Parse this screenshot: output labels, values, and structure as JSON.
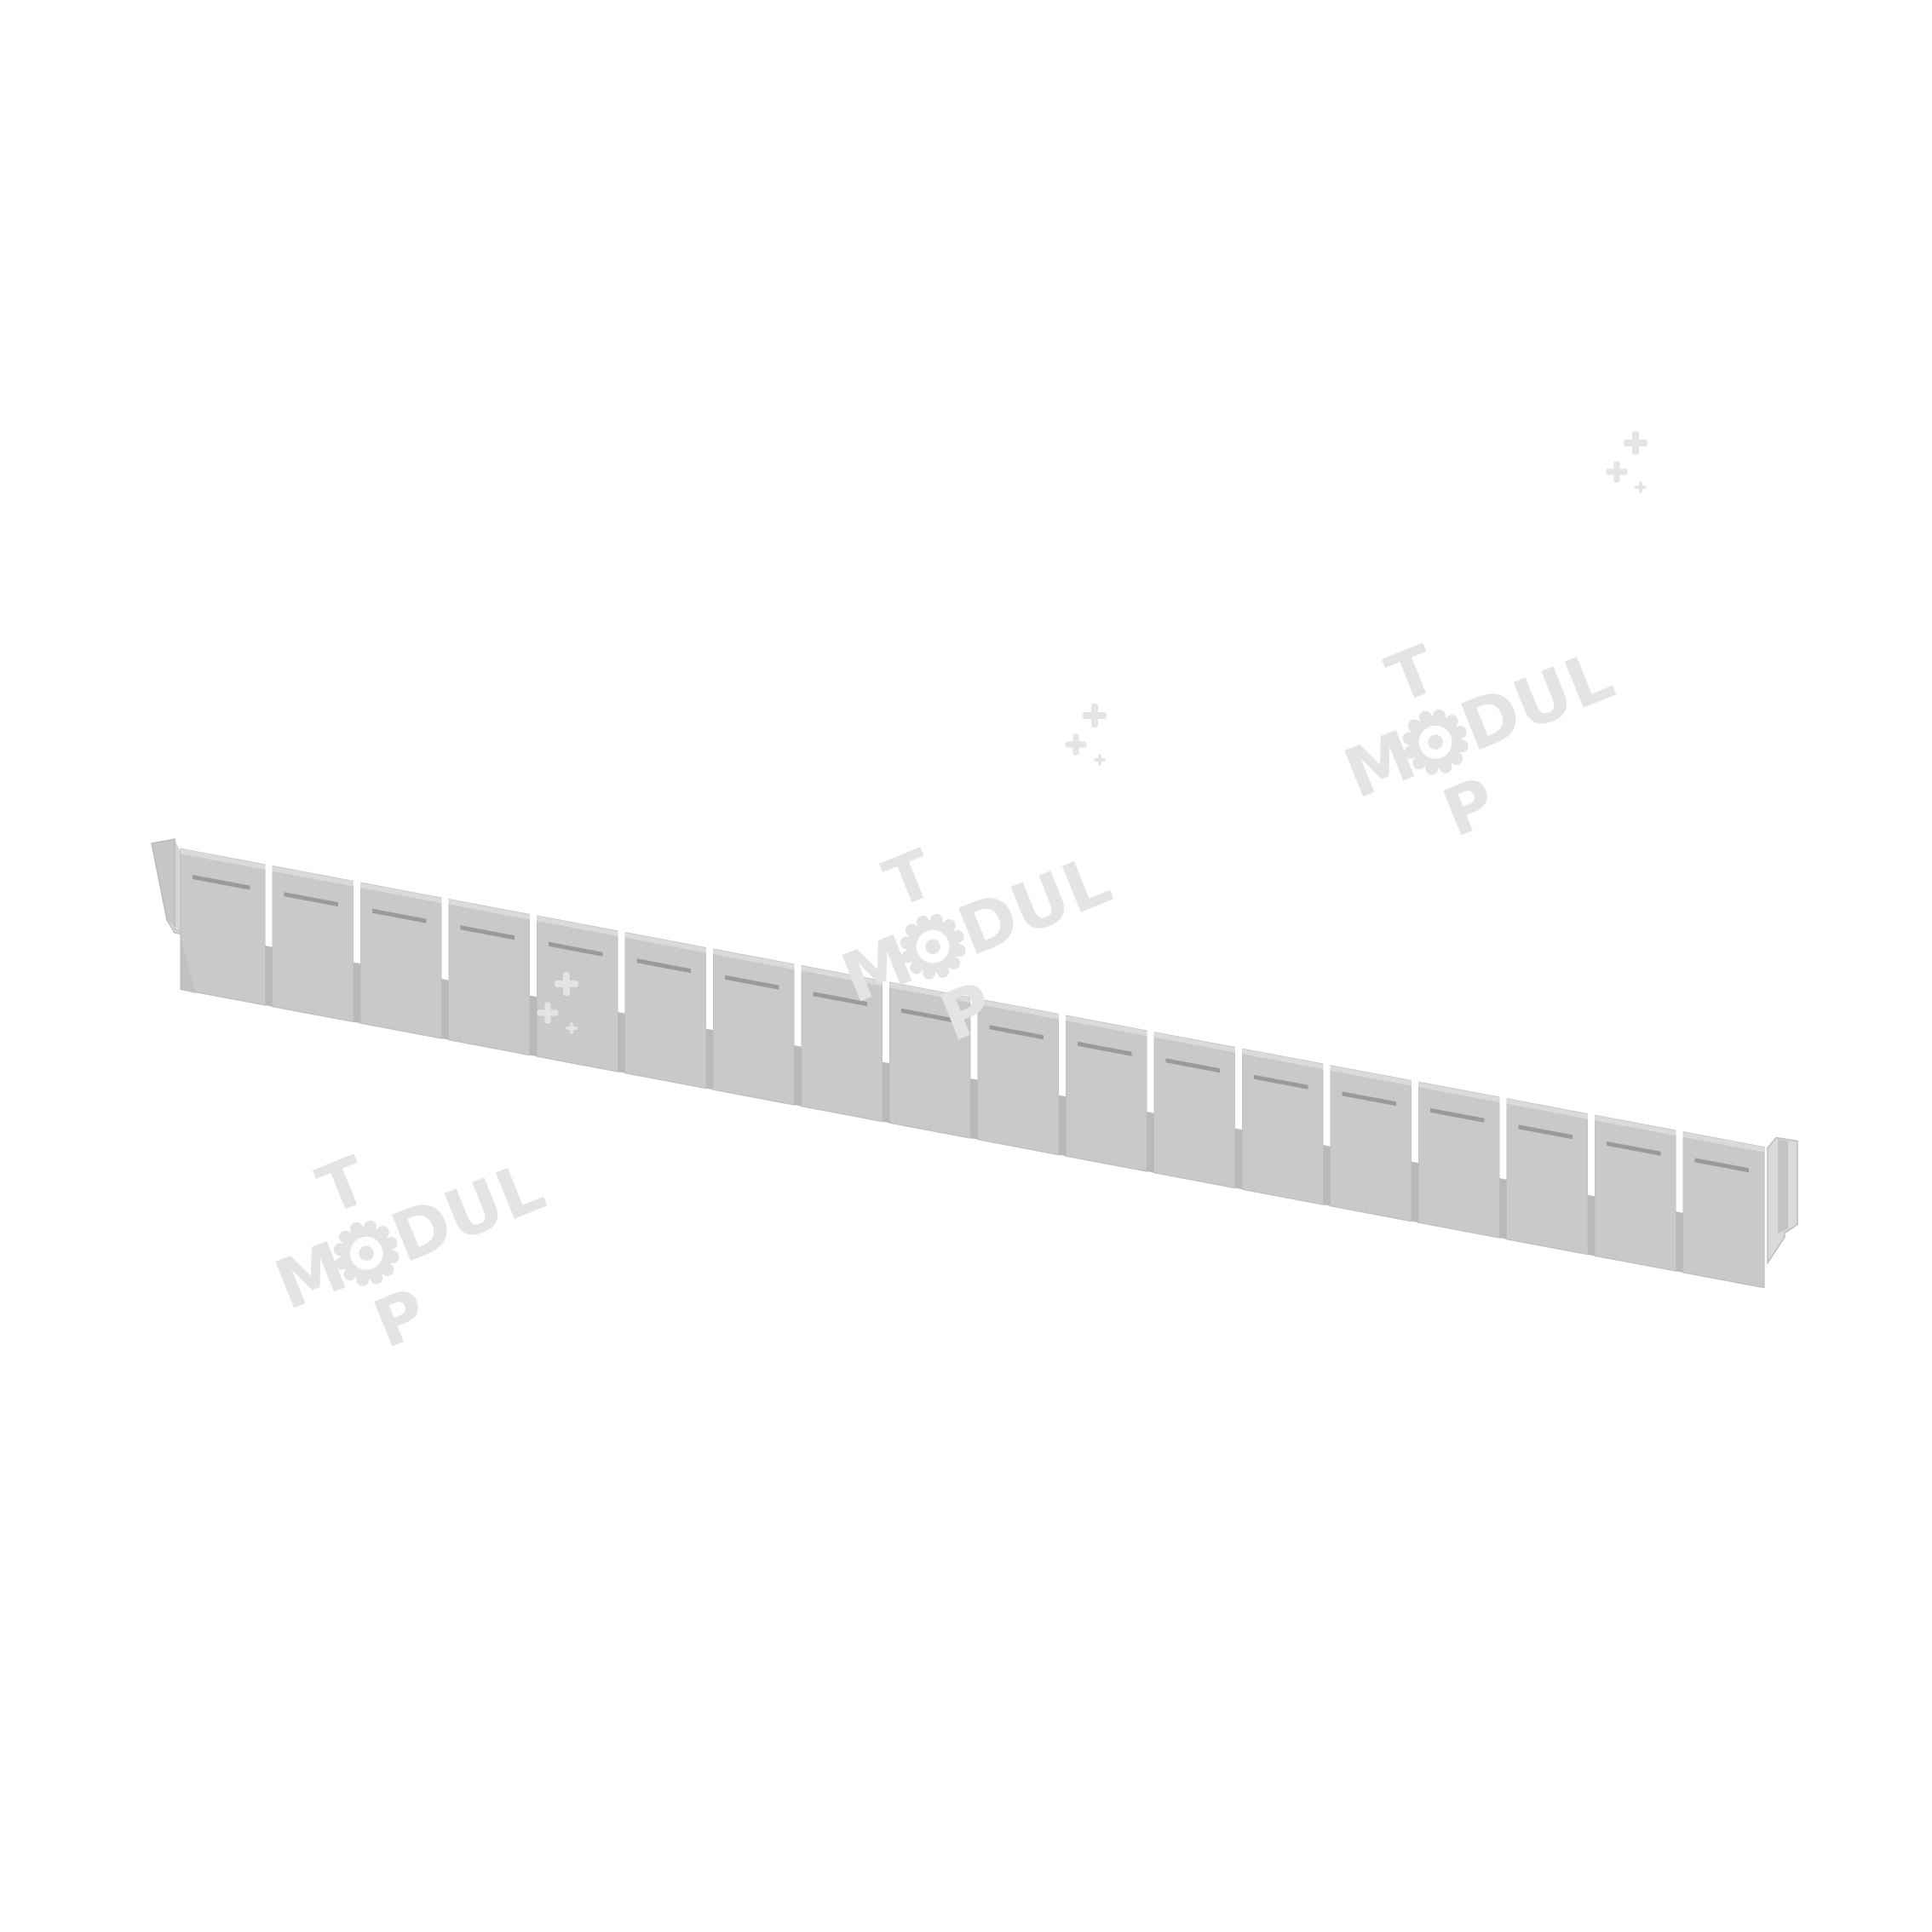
{
  "product": {
    "name": "drawer divider strip",
    "color": "#c9c9c9",
    "shade_color": "#b9b9b9",
    "edge_color": "#dadada",
    "slot_color": "#9a9a9a",
    "segment_count": 18
  },
  "watermark": {
    "brand_main": "MODUL",
    "brand_top": "T",
    "brand_bottom": "P",
    "color": "#e4e4e4",
    "gear_icon": "gear-icon",
    "sparkle_icon": "sparkle-icon",
    "instances": 3,
    "sparkle_instances": 3
  },
  "background_color": "#ffffff"
}
